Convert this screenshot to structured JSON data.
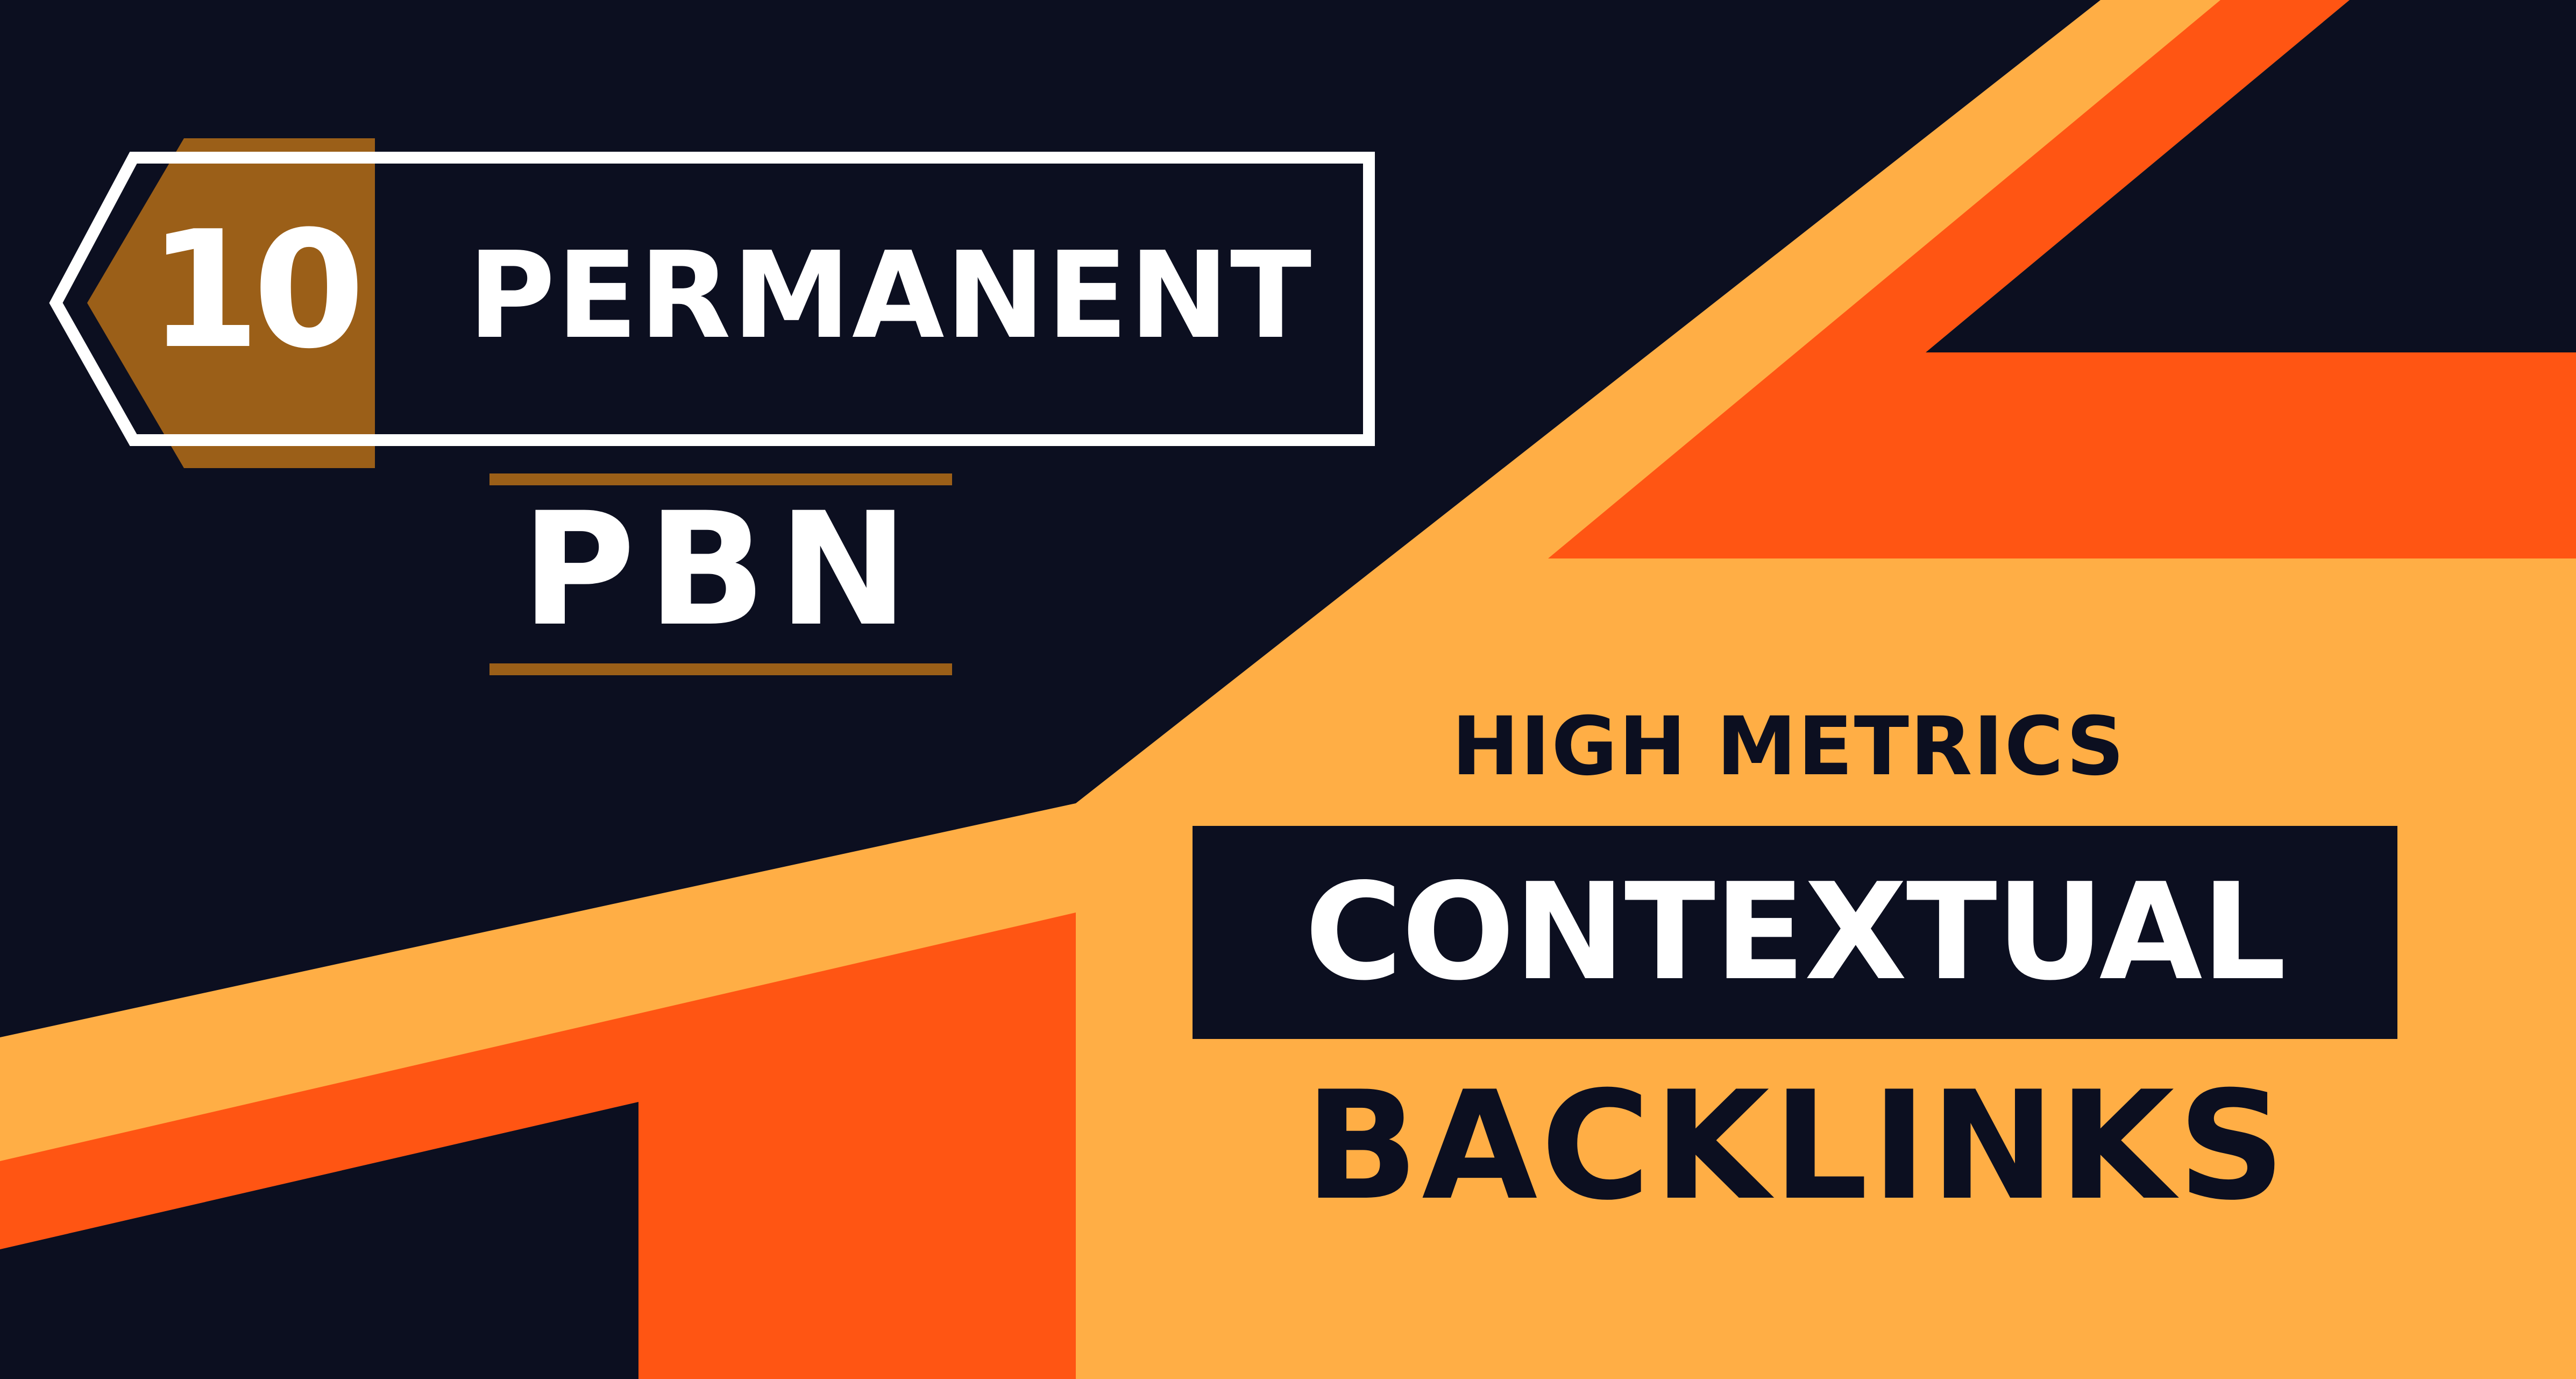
{
  "colors": {
    "navy": "#0c0f20",
    "light_orange": "#ffae45",
    "red_orange": "#ff5513",
    "brown": "#9b5f18",
    "white": "#ffffff"
  },
  "banner": {
    "number": "10",
    "word": "PERMANENT",
    "product": "PBN",
    "subtitle": "HIGH METRICS",
    "highlight": "CONTEXTUAL",
    "bottom": "BACKLINKS"
  }
}
